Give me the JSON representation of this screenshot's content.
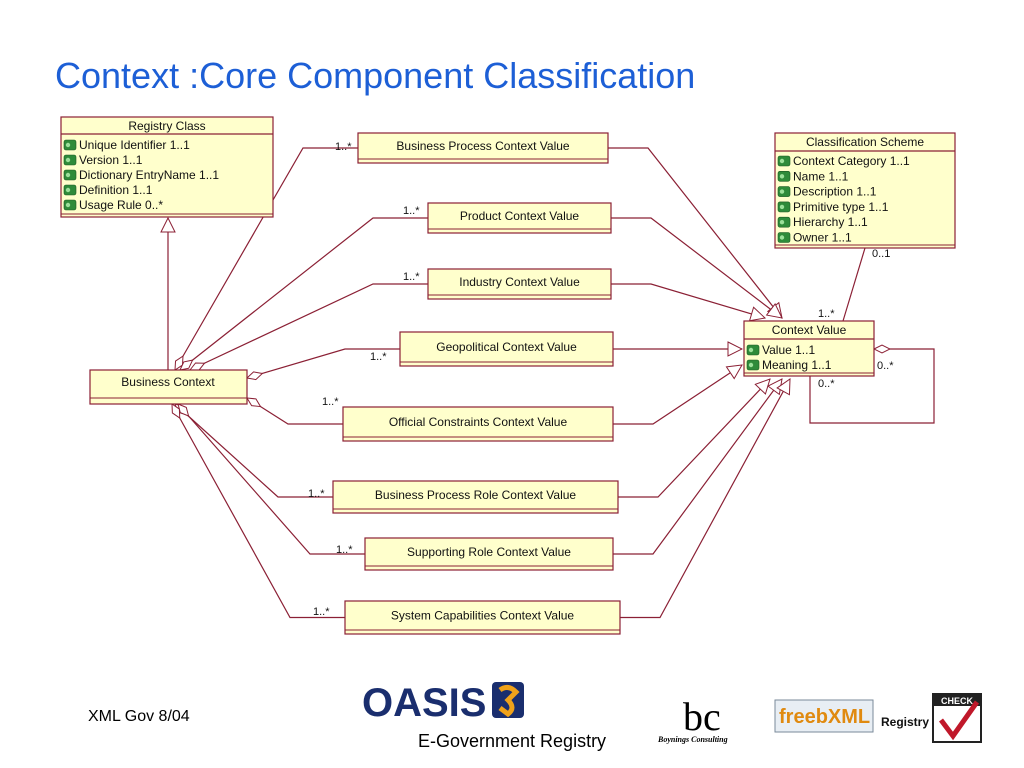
{
  "slide": {
    "title": "Context :Core Component Classification",
    "footer_left": "XML Gov 8/04",
    "footer_center": "E-Government Registry"
  },
  "registry_class": {
    "name": "Registry Class",
    "attributes": [
      "Unique Identifier 1..1",
      "Version 1..1",
      "Dictionary EntryName 1..1",
      "Definition 1..1",
      "Usage Rule 0..*"
    ]
  },
  "classification_scheme": {
    "name": "Classification Scheme",
    "attributes": [
      "Context Category 1..1",
      "Name 1..1",
      "Description 1..1",
      "Primitive type 1..1",
      "Hierarchy 1..1",
      "Owner 1..1"
    ]
  },
  "context_value": {
    "name": "Context Value",
    "attributes": [
      "Value 1..1",
      "Meaning 1..1"
    ]
  },
  "business_context": {
    "name": "Business Context"
  },
  "context_types": [
    {
      "name": "Business Process Context Value",
      "mult": "1..*"
    },
    {
      "name": "Product Context Value",
      "mult": "1..*"
    },
    {
      "name": "Industry Context Value",
      "mult": "1..*"
    },
    {
      "name": "Geopolitical Context Value",
      "mult": "1..*"
    },
    {
      "name": "Official Constraints Context Value",
      "mult": "1..*"
    },
    {
      "name": "Business Process Role Context Value",
      "mult": "1..*"
    },
    {
      "name": "Supporting Role Context Value",
      "mult": "1..*"
    },
    {
      "name": "System Capabilities Context Value",
      "mult": "1..*"
    }
  ],
  "multiplicities": {
    "scheme_to_value": "0..1",
    "value_top": "1..*",
    "self_a": "0..*",
    "self_b": "0..*"
  },
  "logos": {
    "oasis": "OASIS",
    "bc": "bc",
    "bc_sub": "Boynings Consulting",
    "freebxml": "freebXML",
    "registry": "Registry",
    "check": "CHECK"
  },
  "colors": {
    "title": "#1d5fd6",
    "box_fill": "#ffffcc",
    "box_stroke": "#8b2035",
    "line": "#8b2035",
    "icon": "#2e8b3a"
  }
}
